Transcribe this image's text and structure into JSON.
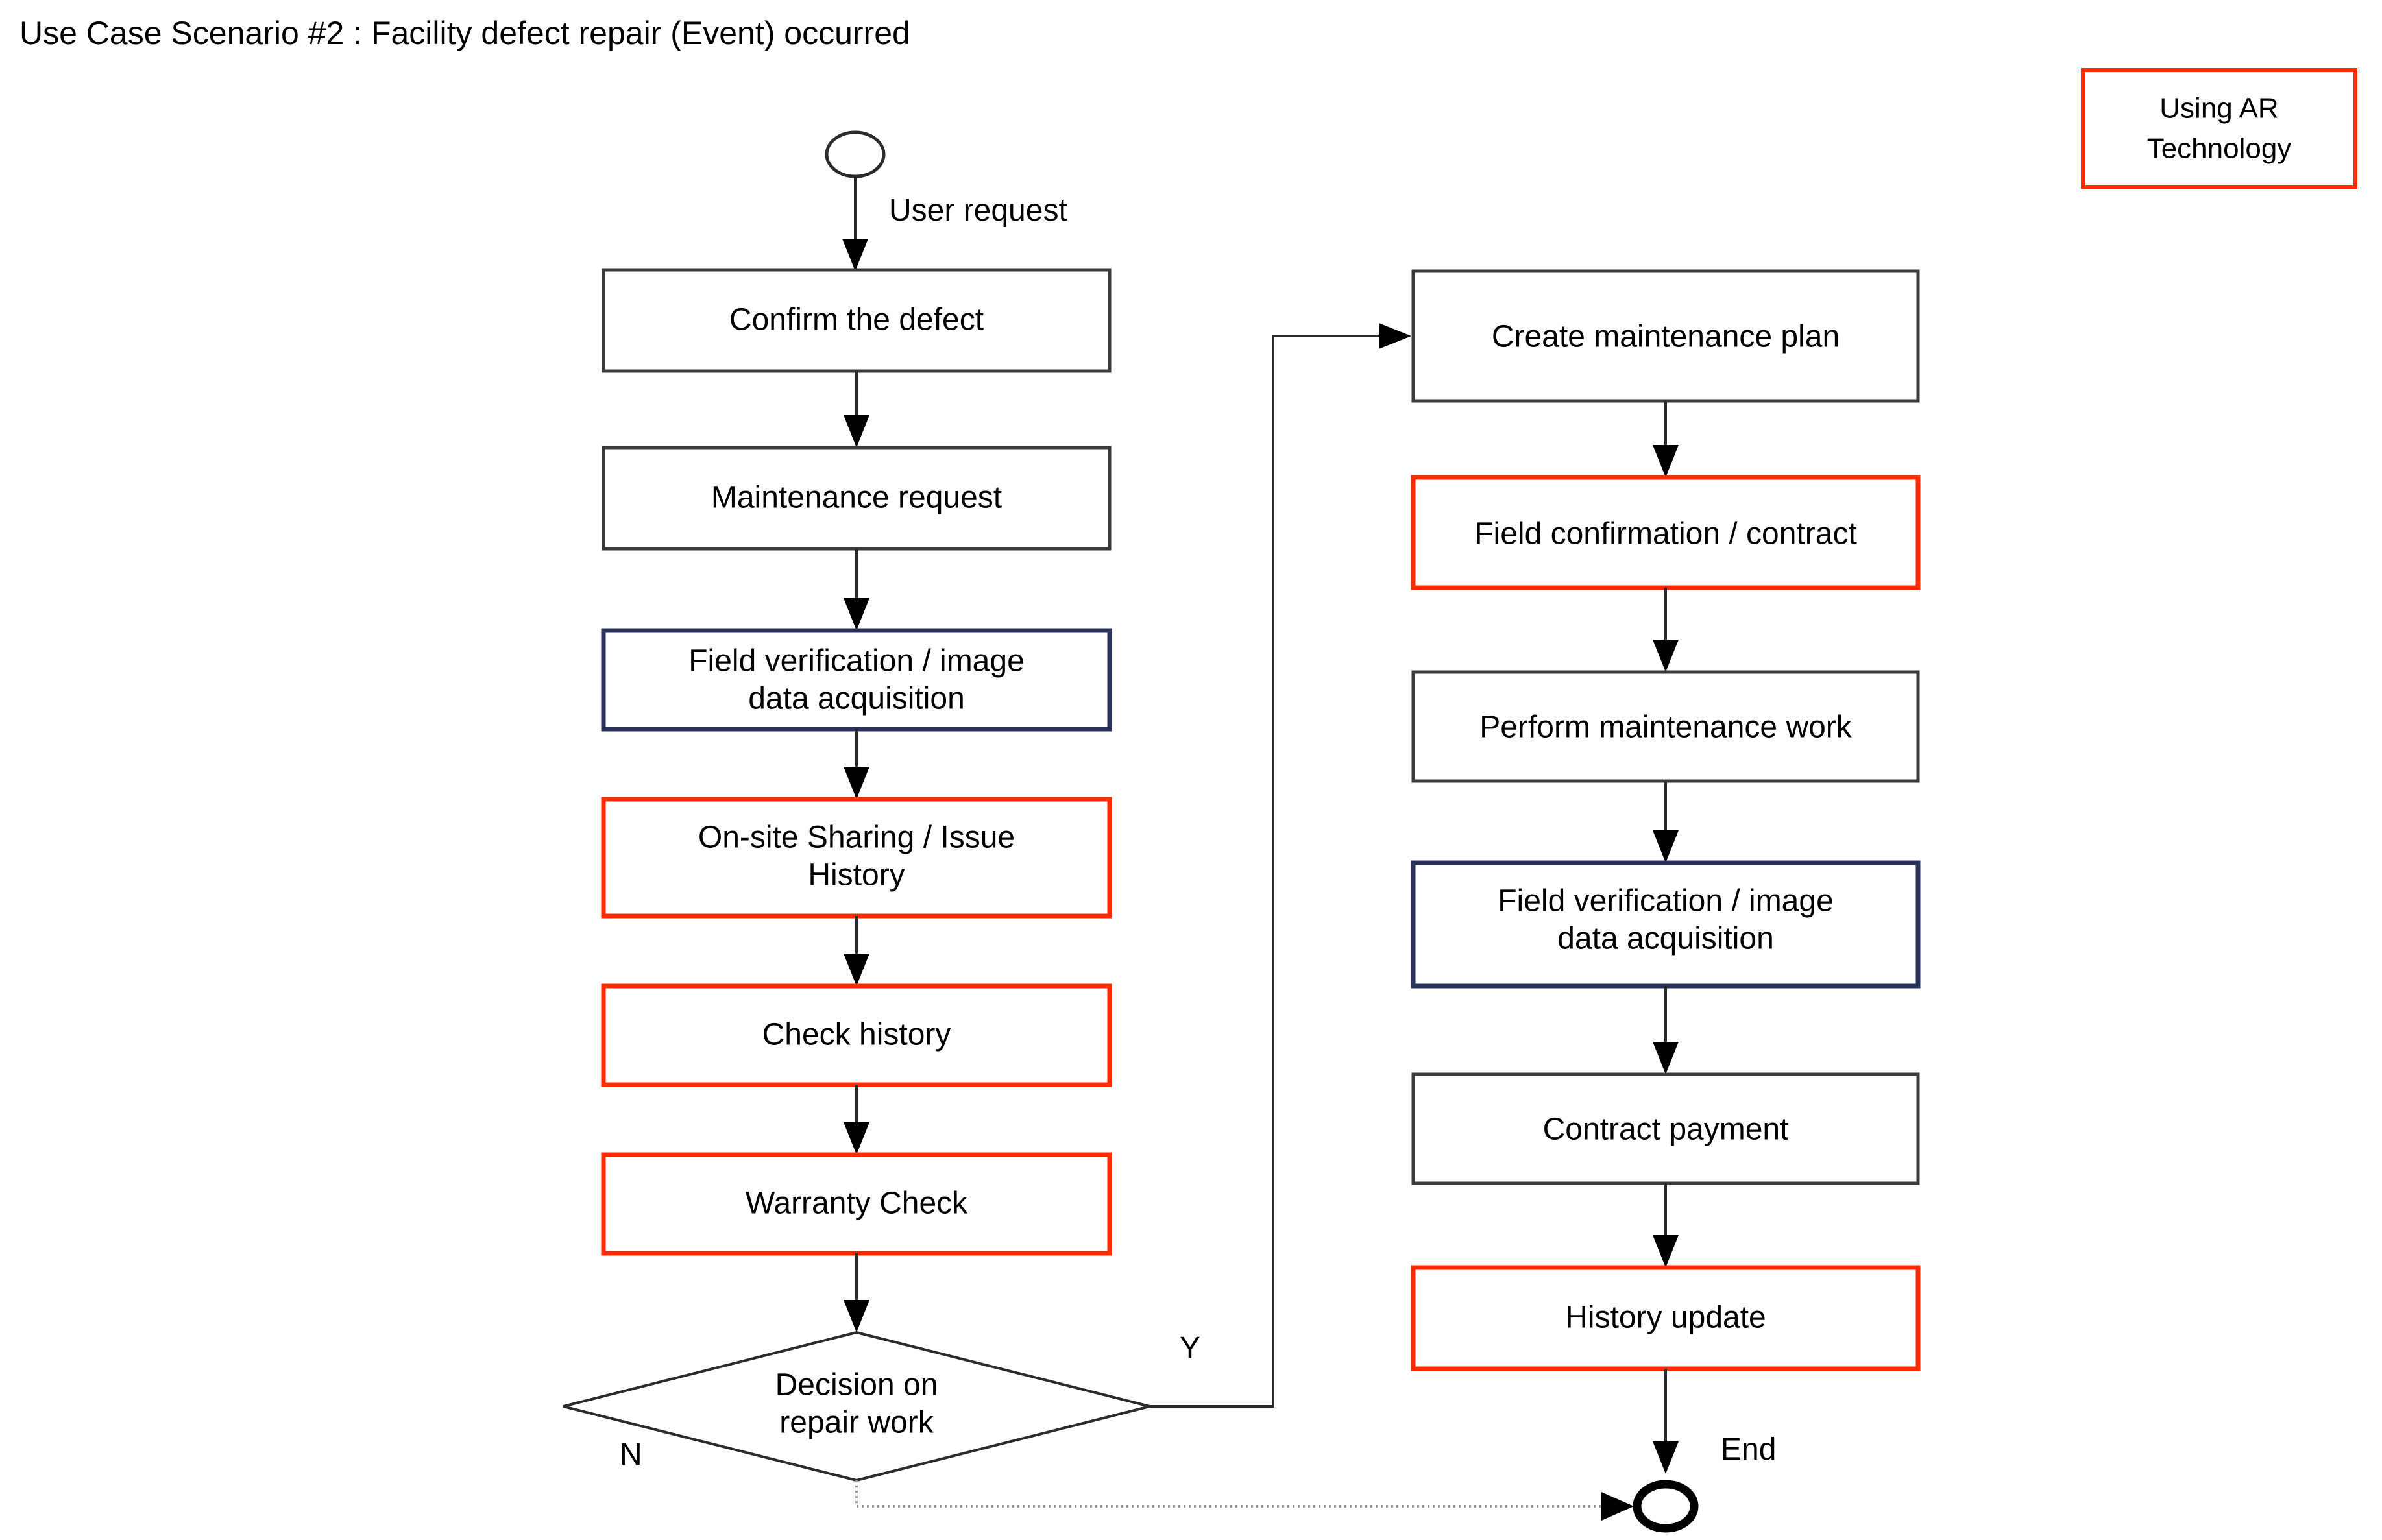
{
  "title": "Use Case Scenario #2 : Facility defect repair (Event) occurred",
  "legend": {
    "line1": "Using AR",
    "line2": "Technology",
    "border_color": "#ff2a00"
  },
  "colors": {
    "red_border": "#ff2a00",
    "navy_border": "#28315a",
    "black_border": "#3b3b3b",
    "background": "#ffffff",
    "text": "#000000"
  },
  "terminators": {
    "start_label": "",
    "end_label": "End"
  },
  "edge_labels": {
    "start_edge": "User request",
    "decision_yes": "Y",
    "decision_no": "N"
  },
  "left_column": [
    {
      "id": "confirm-the-defect",
      "label": "Confirm the defect",
      "lines": [
        "Confirm the defect"
      ],
      "border": "black"
    },
    {
      "id": "maintenance-request",
      "label": "Maintenance request",
      "lines": [
        "Maintenance request"
      ],
      "border": "black"
    },
    {
      "id": "field-verification-image-data-acquisition-1",
      "label": "Field verification / image data acquisition",
      "lines": [
        "Field verification / image",
        "data acquisition"
      ],
      "border": "navy"
    },
    {
      "id": "on-site-sharing-issue-history",
      "label": "On-site Sharing / Issue History",
      "lines": [
        "On-site Sharing / Issue",
        "History"
      ],
      "border": "red"
    },
    {
      "id": "check-history",
      "label": "Check history",
      "lines": [
        "Check history"
      ],
      "border": "red"
    },
    {
      "id": "warranty-check",
      "label": "Warranty Check",
      "lines": [
        "Warranty Check"
      ],
      "border": "red"
    }
  ],
  "decision": {
    "id": "decision-on-repair-work",
    "label": "Decision on repair work",
    "lines": [
      "Decision on",
      "repair work"
    ]
  },
  "right_column": [
    {
      "id": "create-maintenance-plan",
      "label": "Create maintenance plan",
      "lines": [
        "Create maintenance plan"
      ],
      "border": "black"
    },
    {
      "id": "field-confirmation-contract",
      "label": "Field confirmation / contract",
      "lines": [
        "Field confirmation / contract"
      ],
      "border": "red"
    },
    {
      "id": "perform-maintenance-work",
      "label": "Perform maintenance work",
      "lines": [
        "Perform maintenance work"
      ],
      "border": "black"
    },
    {
      "id": "field-verification-image-data-acquisition-2",
      "label": "Field verification / image data acquisition",
      "lines": [
        "Field verification / image",
        "data acquisition"
      ],
      "border": "navy"
    },
    {
      "id": "contract-payment",
      "label": "Contract payment",
      "lines": [
        "Contract payment"
      ],
      "border": "black"
    },
    {
      "id": "history-update",
      "label": "History update",
      "lines": [
        "History update"
      ],
      "border": "red"
    }
  ]
}
